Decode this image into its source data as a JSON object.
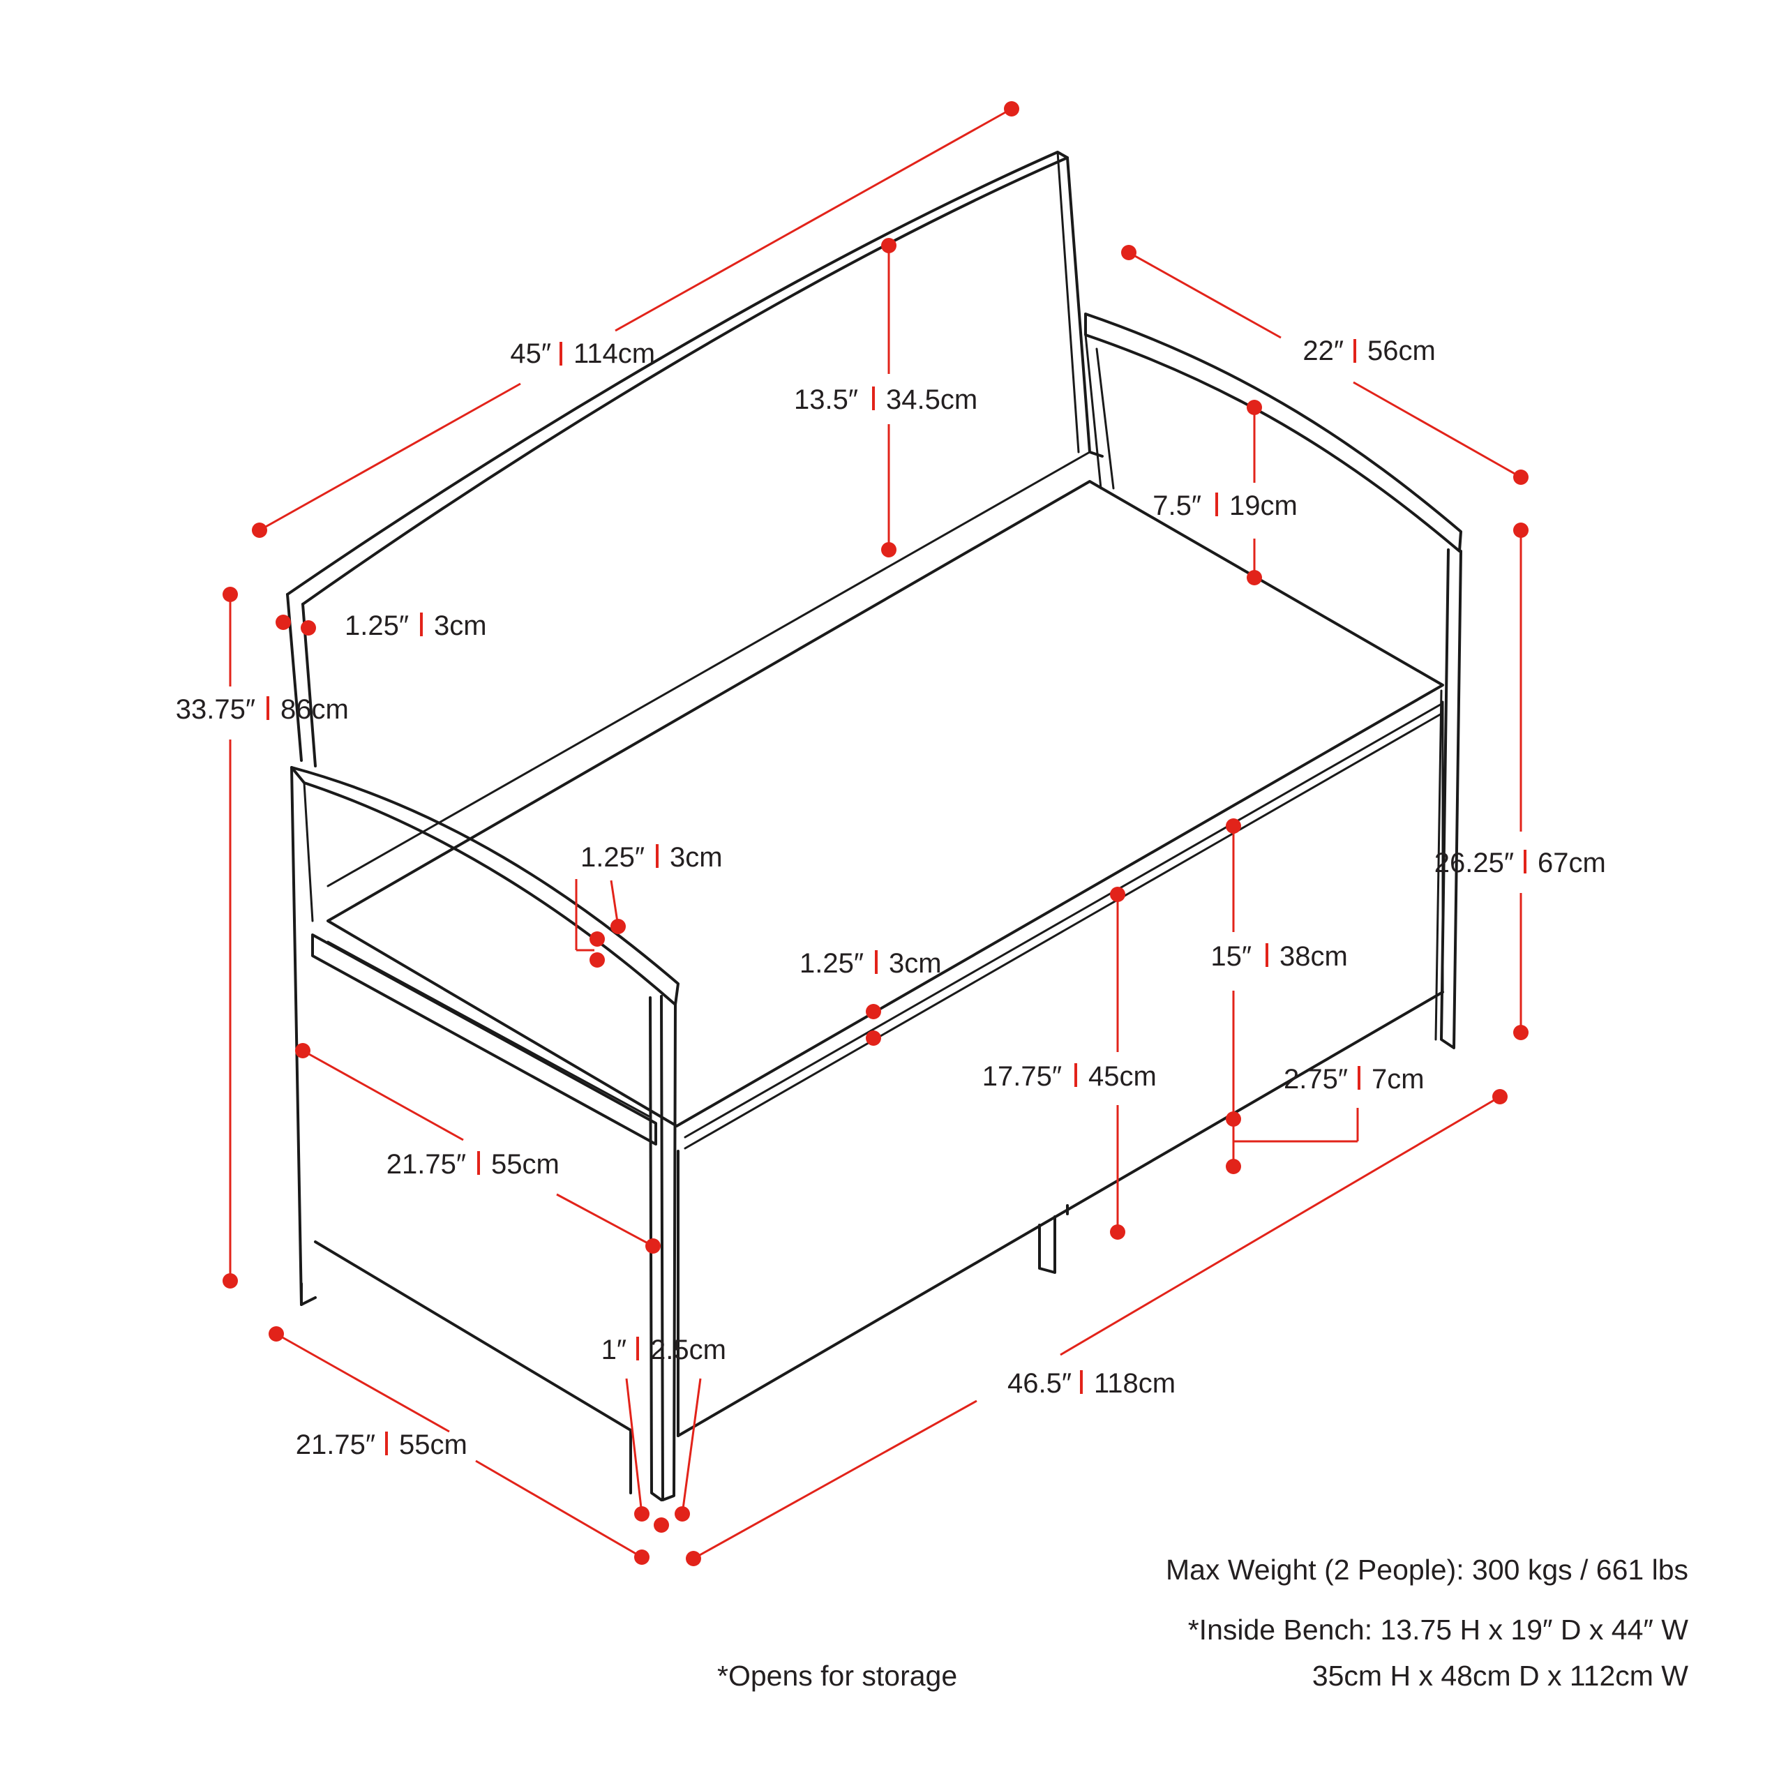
{
  "colors": {
    "accent": "#e2231a",
    "ink": "#231f20",
    "background": "#ffffff"
  },
  "dimensions": {
    "overall_width": {
      "imperial": "45″",
      "metric": "114cm"
    },
    "back_height": {
      "imperial": "13.5″",
      "metric": "34.5cm"
    },
    "overall_depth": {
      "imperial": "22″",
      "metric": "56cm"
    },
    "arm_height": {
      "imperial": "7.5″",
      "metric": "19cm"
    },
    "back_frame": {
      "imperial": "1.25″",
      "metric": "3cm"
    },
    "total_height": {
      "imperial": "33.75″",
      "metric": "86cm"
    },
    "arm_frame": {
      "imperial": "1.25″",
      "metric": "3cm"
    },
    "seat_frame": {
      "imperial": "1.25″",
      "metric": "3cm"
    },
    "side_height": {
      "imperial": "26.25″",
      "metric": "67cm"
    },
    "seat_to_floor": {
      "imperial": "15″",
      "metric": "38cm"
    },
    "seat_height": {
      "imperial": "17.75″",
      "metric": "45cm"
    },
    "leg_clearance": {
      "imperial": "2.75″",
      "metric": "7cm"
    },
    "side_depth": {
      "imperial": "21.75″",
      "metric": "55cm"
    },
    "leg_width": {
      "imperial": "1″",
      "metric": "2.5cm"
    },
    "base_width": {
      "imperial": "46.5″",
      "metric": "118cm"
    },
    "base_depth": {
      "imperial": "21.75″",
      "metric": "55cm"
    }
  },
  "notes": {
    "max_weight": "Max Weight (2 People): 300 kgs / 661 lbs",
    "inside_bench_imperial": "*Inside Bench: 13.75 H x 19″ D x 44″ W",
    "inside_bench_metric": "35cm H x 48cm D x 112cm W",
    "storage": "*Opens for storage"
  }
}
